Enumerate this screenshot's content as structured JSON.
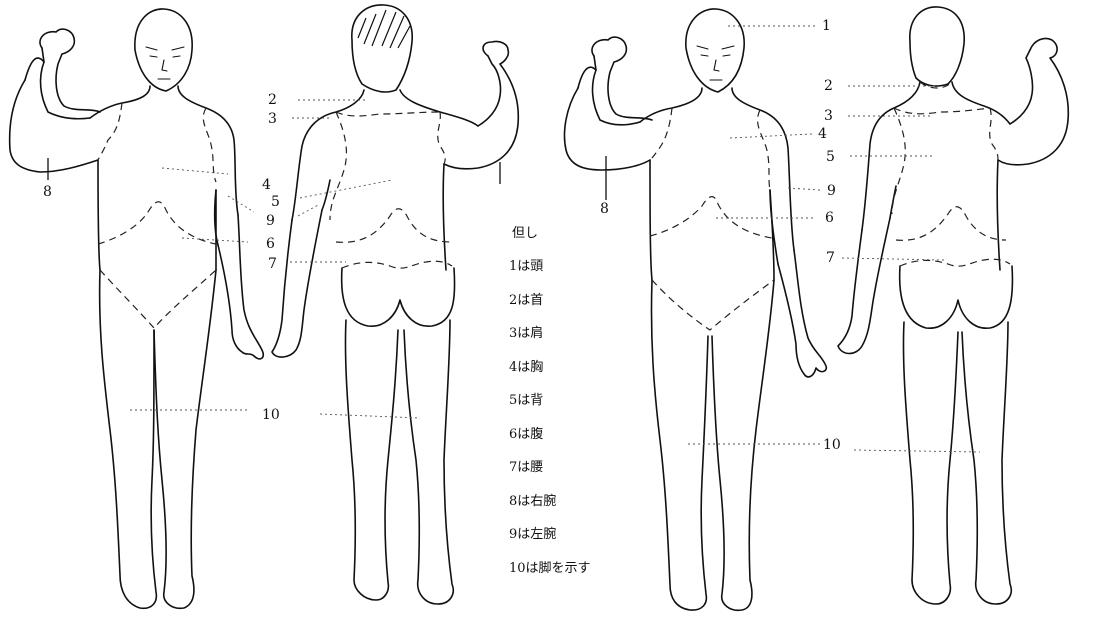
{
  "labels": {
    "head": "1",
    "neck": "2",
    "shoulder": "3",
    "chest": "4",
    "back": "5",
    "belly": "6",
    "waist": "7",
    "right_arm": "8",
    "left_arm": "9",
    "leg": "10"
  },
  "legend": {
    "title": "但し",
    "items": [
      "1は頭",
      "2は首",
      "3は肩",
      "4は胸",
      "5は背",
      "6は腹",
      "7は腰",
      "8は右腕",
      "9は左腕",
      "10は脚を示す"
    ]
  }
}
